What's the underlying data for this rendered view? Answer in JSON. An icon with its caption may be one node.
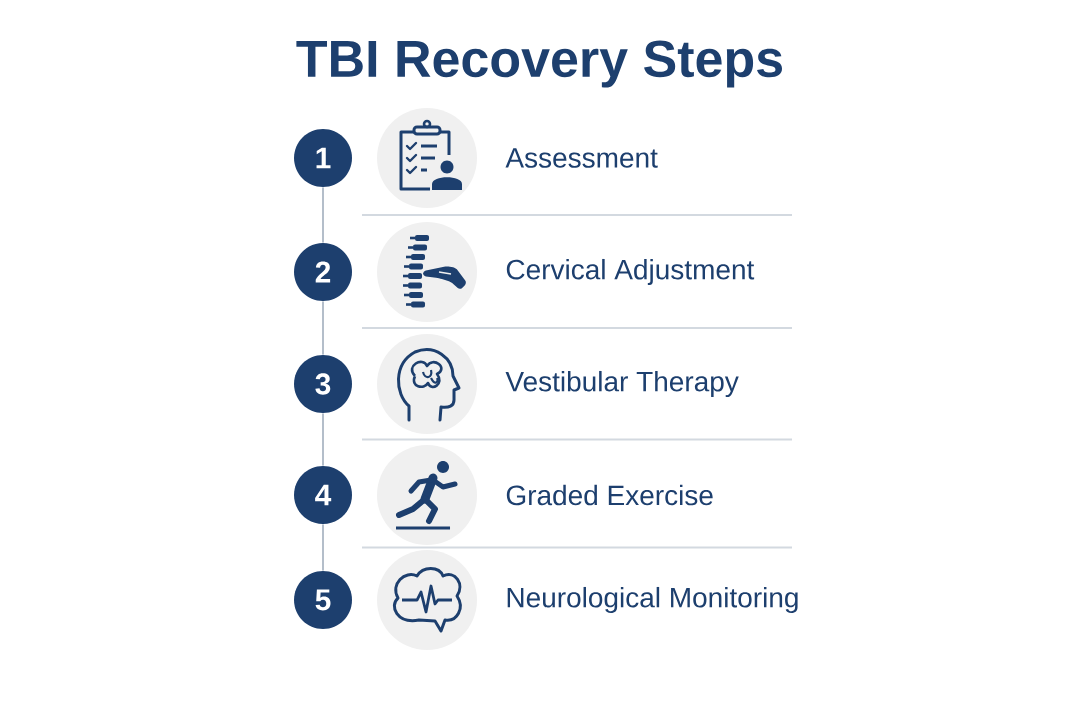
{
  "diagram": {
    "title": "TBI Recovery Steps",
    "nodes": [
      {
        "text": [
          "1"
        ]
      },
      {
        "text": [
          "2"
        ]
      },
      {
        "text": [
          "3"
        ]
      },
      {
        "text": [
          "4"
        ]
      },
      {
        "text": [
          "5"
        ]
      }
    ],
    "edges": [
      {
        "from": 0,
        "to": 1,
        "arrow": "none"
      },
      {
        "from": 1,
        "to": 2,
        "arrow": "none"
      },
      {
        "from": 2,
        "to": 3,
        "arrow": "none"
      },
      {
        "from": 3,
        "to": 4,
        "arrow": "none"
      }
    ],
    "labels": [
      "Assessment",
      "Cervical Adjustment",
      "Vestibular Therapy",
      "Graded Exercise",
      "Neurological Monitoring"
    ]
  }
}
